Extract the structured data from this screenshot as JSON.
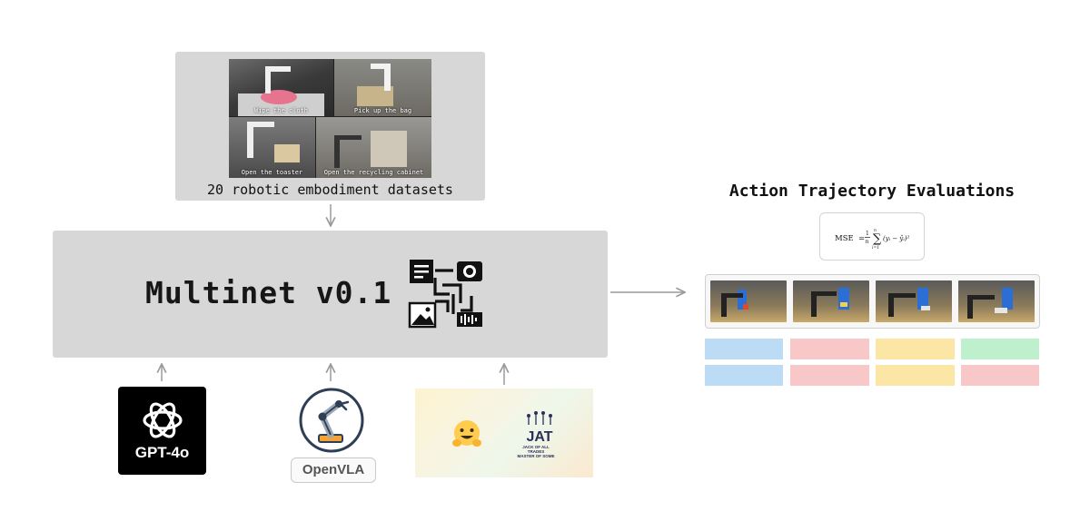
{
  "dataset_panel": {
    "captions": [
      "Wipe the cloth",
      "Pick up the bag",
      "Open the toaster",
      "Open the recycling cabinet"
    ],
    "title": "20 robotic embodiment datasets"
  },
  "main_block": {
    "title": "Multinet v0.1",
    "icon": "multimodal-data-icon"
  },
  "models": {
    "gpt": {
      "label": "GPT-4o",
      "icon": "openai-knot-icon"
    },
    "openvla": {
      "label": "OpenVLA",
      "icon": "robot-arm-icon"
    },
    "huggingface": {
      "icon": "hugging-face-emoji-icon"
    },
    "jat": {
      "label": "JAT",
      "subtitle_1": "JACK OF ALL TRADES",
      "subtitle_2": "MASTER OF SOME"
    }
  },
  "evaluation": {
    "title": "Action Trajectory Evaluations",
    "formula": "MSE = 1/n Σ (yᵢ − ŷᵢ)²",
    "metric": "MSE",
    "grid_colors": {
      "row1": [
        "#bcdcf5",
        "#f8c8c8",
        "#fbe6a6",
        "#bff0cd"
      ],
      "row2": [
        "#bcdcf5",
        "#f8c8c8",
        "#fbe6a6",
        "#f8c8c8"
      ]
    }
  },
  "colors": {
    "panel_gray": "#d7d7d7",
    "arrow_gray": "#9a9a9a",
    "text_dark": "#161616"
  }
}
